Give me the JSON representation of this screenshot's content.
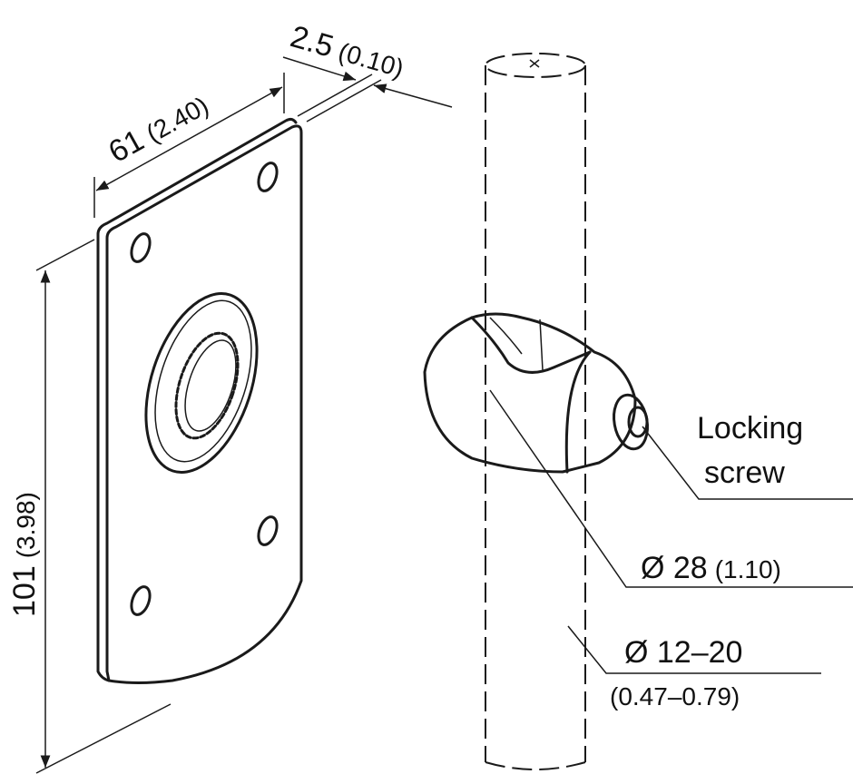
{
  "dimensions": {
    "thickness": {
      "value": "2.5",
      "inch": "(0.10)"
    },
    "width": {
      "value": "61",
      "inch": "(2.40)"
    },
    "height": {
      "value": "101",
      "inch": "(3.98)"
    },
    "clamp_diameter": {
      "value": "Ø 28",
      "inch": "(1.10)"
    },
    "rod_diameter": {
      "value": "Ø 12–20",
      "inch": "(0.47–0.79)"
    }
  },
  "callouts": {
    "locking_screw": [
      "Locking",
      "screw"
    ]
  }
}
